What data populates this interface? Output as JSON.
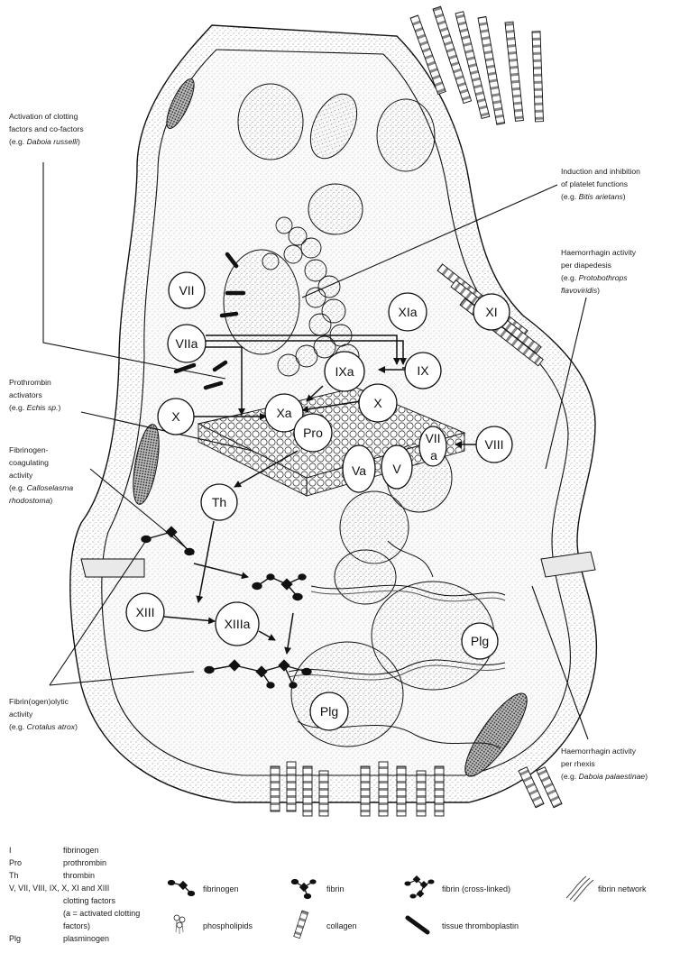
{
  "annotations": {
    "clotting": {
      "lines": [
        "Activation of clotting",
        "factors and co-factors"
      ],
      "example_prefix": "(e.g. ",
      "example_species": "Daboia russelli",
      "example_suffix": ")"
    },
    "platelet": {
      "lines": [
        "Induction and inhibition",
        "of platelet functions"
      ],
      "example_prefix": "(e.g. ",
      "example_species": "Bitis arietans",
      "example_suffix": ")"
    },
    "diapedesis": {
      "lines": [
        "Haemorrhagin activity",
        "per diapedesis"
      ],
      "example_prefix": "(e.g. ",
      "example_species": "Protobothrops",
      "example_species_2": "flavoviridis",
      "example_suffix": ")"
    },
    "prothrombin": {
      "lines": [
        "Prothrombin",
        "activators"
      ],
      "example_prefix": "(e.g. ",
      "example_species": "Echis sp.",
      "example_suffix": ")"
    },
    "fibrinogen_coag": {
      "lines": [
        "Fibrinogen-",
        "coagulating",
        "activity"
      ],
      "example_prefix": "(e.g. ",
      "example_species": "Calloselasma",
      "example_species_2": "rhodostoma",
      "example_suffix": ")"
    },
    "fibrinolytic": {
      "lines": [
        "Fibrin(ogen)olytic",
        "activity"
      ],
      "example_prefix": "(e.g. ",
      "example_species": "Crotalus atrox",
      "example_suffix": ")"
    },
    "rhexis": {
      "lines": [
        "Haemorrhagin activity",
        "per rhexis"
      ],
      "example_prefix": "(e.g. ",
      "example_species": "Daboia palaestinae",
      "example_suffix": ")"
    }
  },
  "factors": {
    "VII": "VII",
    "VIIa": "VIIa",
    "XIa": "XIa",
    "XI": "XI",
    "IXa": "IXa",
    "IX": "IX",
    "X_right": "X",
    "X_left": "X",
    "Xa": "Xa",
    "Pro": "Pro",
    "VIII": "VIII",
    "VII_a_top": "VII",
    "VII_a_bottom": "a",
    "Va": "Va",
    "V": "V",
    "Th": "Th",
    "XIII": "XIII",
    "XIIIa": "XIIIa",
    "Plg_1": "Plg",
    "Plg_2": "Plg"
  },
  "abbreviations": [
    {
      "abbr": "I",
      "meaning": "fibrinogen"
    },
    {
      "abbr": "Pro",
      "meaning": "prothrombin"
    },
    {
      "abbr": "Th",
      "meaning": "thrombin"
    },
    {
      "abbr": "V, VII, VIII, IX, X, XI and XIII",
      "meaning": ""
    },
    {
      "abbr": "",
      "meaning": "clotting factors"
    },
    {
      "abbr": "",
      "meaning": "(a = activated clotting"
    },
    {
      "abbr": "",
      "meaning": "factors)"
    },
    {
      "abbr": "Plg",
      "meaning": "plasminogen"
    }
  ],
  "legend": {
    "fibrinogen": "fibrinogen",
    "fibrin": "fibrin",
    "fibrin_crosslinked": "fibrin (cross-linked)",
    "fibrin_network": "fibrin network",
    "phospholipids": "phospholipids",
    "collagen": "collagen",
    "tissue_thromboplastin": "tissue thromboplastin"
  },
  "colors": {
    "ink": "#111111",
    "stipple": "#8a8a8a",
    "paper": "#ffffff"
  }
}
